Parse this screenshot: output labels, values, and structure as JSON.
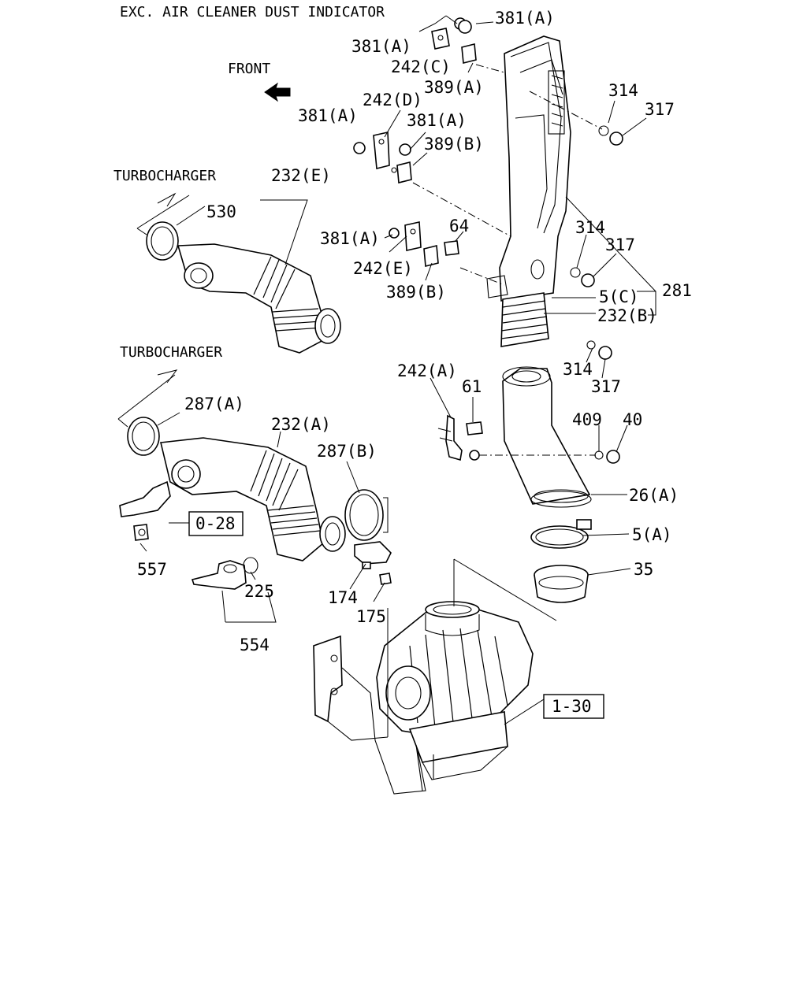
{
  "heading": "EXC. AIR CLEANER DUST INDICATOR",
  "direction_label": "FRONT",
  "turbocharger_labels": [
    "TURBOCHARGER",
    "TURBOCHARGER"
  ],
  "callouts": {
    "c381a_top_r": "381(A)",
    "c381a_top_l": "381(A)",
    "c242c": "242(C)",
    "c389a": "389(A)",
    "c242d": "242(D)",
    "c381a_mid_l": "381(A)",
    "c381a_mid_r": "381(A)",
    "c389b_top": "389(B)",
    "c314_top": "314",
    "c317_top": "317",
    "c232e": "232(E)",
    "c530": "530",
    "c381a_low": "381(A)",
    "c64": "64",
    "c242e": "242(E)",
    "c389b_low": "389(B)",
    "c314_mid": "314",
    "c317_mid": "317",
    "c5c": "5(C)",
    "c281": "281",
    "c232b": "232(B)",
    "c314_low": "314",
    "c317_low": "317",
    "c242a": "242(A)",
    "c61": "61",
    "c287a": "287(A)",
    "c232a": "232(A)",
    "c287b": "287(B)",
    "c409": "409",
    "c40": "40",
    "c26a": "26(A)",
    "c5a": "5(A)",
    "c35": "35",
    "c557": "557",
    "c225": "225",
    "c174": "174",
    "c175": "175",
    "c554": "554"
  },
  "reference_boxes": {
    "ref028": "0-28",
    "ref130": "1-30"
  }
}
